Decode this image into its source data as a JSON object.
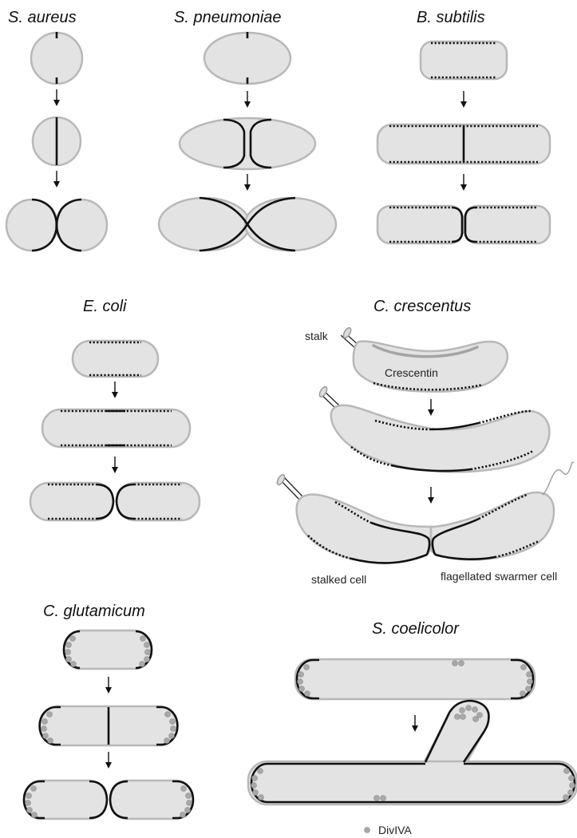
{
  "organisms": {
    "s_aureus": "S. aureus",
    "s_pneumoniae": "S. pneumoniae",
    "b_subtilis": "B. subtilis",
    "e_coli": "E. coli",
    "c_crescentus": "C. crescentus",
    "c_glutamicum": "C. glutamicum",
    "s_coelicolor": "S. coelicolor"
  },
  "labels": {
    "stalk": "stalk",
    "crescentin": "Crescentin",
    "stalked_cell": "stalked cell",
    "swarmer_cell": "flagellated swarmer cell"
  },
  "legend": {
    "divIVA": "DivIVA"
  },
  "colors": {
    "cell_fill": "#e3e3e3",
    "cell_outline": "#b8b8b8",
    "new_wall": "#111111",
    "divIVA_dot": "#a8a8a8"
  }
}
